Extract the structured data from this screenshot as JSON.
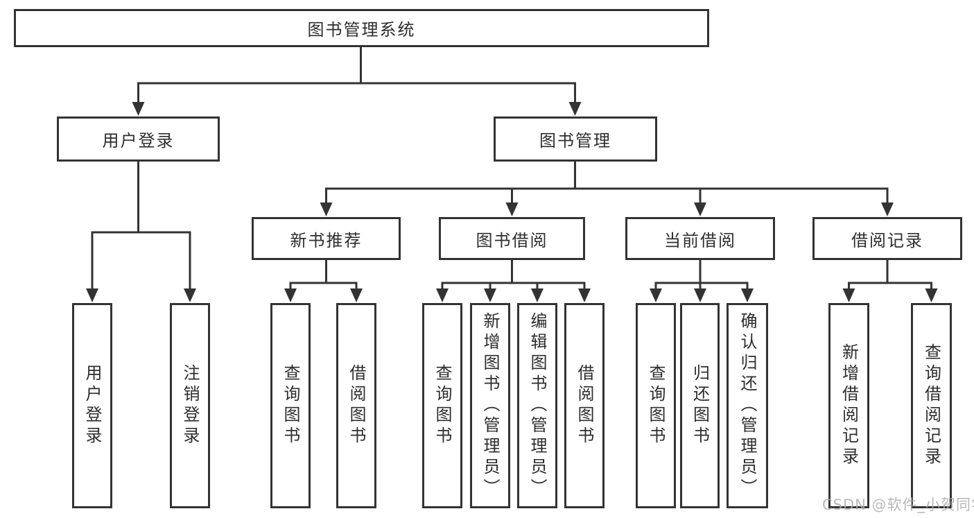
{
  "colors": {
    "line": "#333333",
    "text": "#2d2d2d",
    "background": "#ffffff",
    "watermark": "#acacac"
  },
  "watermark": {
    "text": "CSDN @软件_小贺同学"
  },
  "tree": {
    "root": {
      "label": "图书管理系统"
    },
    "branches": [
      {
        "label": "用户登录",
        "leaves": [
          "用户登录",
          "注销登录"
        ]
      },
      {
        "label": "图书管理",
        "children": [
          {
            "label": "新书推荐",
            "leaves": [
              "查询图书",
              "借阅图书"
            ]
          },
          {
            "label": "图书借阅",
            "leaves": [
              "查询图书",
              "新增图书（管理员）",
              "编辑图书（管理员）",
              "借阅图书"
            ]
          },
          {
            "label": "当前借阅",
            "leaves": [
              "查询图书",
              "归还图书",
              "确认归还（管理员）"
            ]
          },
          {
            "label": "借阅记录",
            "leaves": [
              "新增借阅记录",
              "查询借阅记录"
            ]
          }
        ]
      }
    ]
  }
}
